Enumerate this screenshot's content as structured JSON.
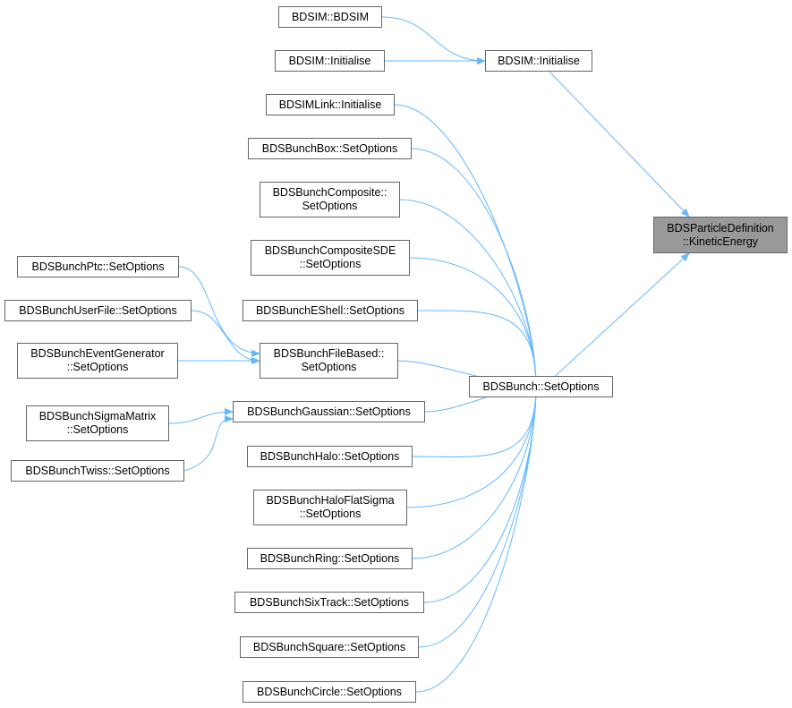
{
  "graph": {
    "edge_color": "#63b8ff",
    "focus_fill": "#999999",
    "nodes": [
      {
        "id": "bdsim_ctor",
        "label": "BDSIM::BDSIM",
        "href": true
      },
      {
        "id": "bdsim_init_left",
        "label": "BDSIM::Initialise",
        "href": true
      },
      {
        "id": "bdsim_init",
        "label": "BDSIM::Initialise",
        "href": true
      },
      {
        "id": "bdsimlink_init",
        "label": "BDSIMLink::Initialise",
        "href": true
      },
      {
        "id": "box",
        "label": "BDSBunchBox::SetOptions",
        "href": true
      },
      {
        "id": "composite",
        "label": "BDSBunchComposite::\nSetOptions",
        "href": true
      },
      {
        "id": "compositesde",
        "label": "BDSBunchCompositeSDE\n::SetOptions",
        "href": true
      },
      {
        "id": "ptc",
        "label": "BDSBunchPtc::SetOptions",
        "href": true
      },
      {
        "id": "userfile",
        "label": "BDSBunchUserFile::SetOptions",
        "href": true
      },
      {
        "id": "eshell",
        "label": "BDSBunchEShell::SetOptions",
        "href": true
      },
      {
        "id": "eventgen",
        "label": "BDSBunchEventGenerator\n::SetOptions",
        "href": true
      },
      {
        "id": "filebased",
        "label": "BDSBunchFileBased::\nSetOptions",
        "href": true
      },
      {
        "id": "bunch",
        "label": "BDSBunch::SetOptions",
        "href": true
      },
      {
        "id": "sigmamatrix",
        "label": "BDSBunchSigmaMatrix\n::SetOptions",
        "href": true
      },
      {
        "id": "gaussian",
        "label": "BDSBunchGaussian::SetOptions",
        "href": true
      },
      {
        "id": "twiss",
        "label": "BDSBunchTwiss::SetOptions",
        "href": true
      },
      {
        "id": "halo",
        "label": "BDSBunchHalo::SetOptions",
        "href": true
      },
      {
        "id": "haloflat",
        "label": "BDSBunchHaloFlatSigma\n::SetOptions",
        "href": true
      },
      {
        "id": "ring",
        "label": "BDSBunchRing::SetOptions",
        "href": true
      },
      {
        "id": "sixtrack",
        "label": "BDSBunchSixTrack::SetOptions",
        "href": true
      },
      {
        "id": "square",
        "label": "BDSBunchSquare::SetOptions",
        "href": true
      },
      {
        "id": "circle",
        "label": "BDSBunchCircle::SetOptions",
        "href": true
      },
      {
        "id": "kinetic",
        "label": "BDSParticleDefinition\n::KineticEnergy",
        "href": false
      }
    ],
    "edges": [
      [
        "bdsim_ctor",
        "bdsim_init"
      ],
      [
        "bdsim_init_left",
        "bdsim_init"
      ],
      [
        "bdsim_init",
        "kinetic"
      ],
      [
        "bunch",
        "kinetic"
      ],
      [
        "bdsimlink_init",
        "bunch"
      ],
      [
        "box",
        "bunch"
      ],
      [
        "composite",
        "bunch"
      ],
      [
        "compositesde",
        "bunch"
      ],
      [
        "eshell",
        "bunch"
      ],
      [
        "filebased",
        "bunch"
      ],
      [
        "gaussian",
        "bunch"
      ],
      [
        "halo",
        "bunch"
      ],
      [
        "haloflat",
        "bunch"
      ],
      [
        "ring",
        "bunch"
      ],
      [
        "sixtrack",
        "bunch"
      ],
      [
        "square",
        "bunch"
      ],
      [
        "circle",
        "bunch"
      ],
      [
        "ptc",
        "filebased"
      ],
      [
        "userfile",
        "filebased"
      ],
      [
        "eventgen",
        "filebased"
      ],
      [
        "sigmamatrix",
        "gaussian"
      ],
      [
        "twiss",
        "gaussian"
      ]
    ]
  }
}
